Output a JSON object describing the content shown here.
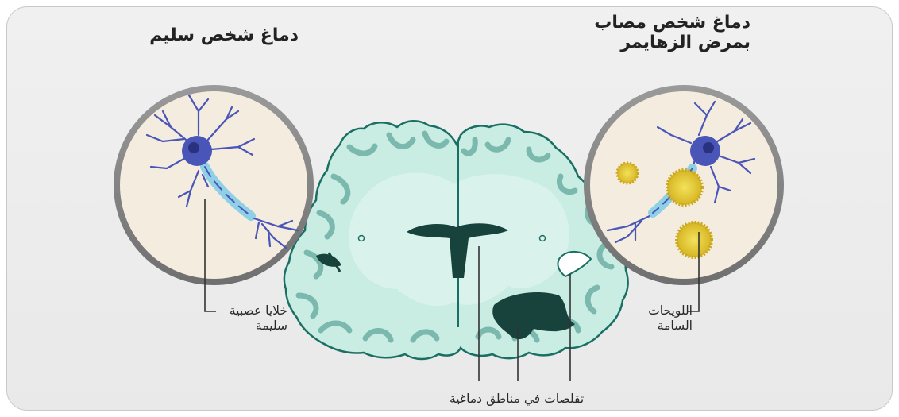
{
  "titles": {
    "healthy": "دماغ شخص سليم",
    "alzheimers_line1": "دماغ شخص مصاب",
    "alzheimers_line2": "بمرض الزهايمر"
  },
  "labels": {
    "healthy_cells_line1": "خلايا عصبية",
    "healthy_cells_line2": "سليمة",
    "plaques_line1": "اللويحات",
    "plaques_line2": "السامة",
    "shrinkage": "تقلصات في مناطق دماغية"
  },
  "colors": {
    "neuron": "#4a55b8",
    "axon": "#8fd0e6",
    "plaque": "#e3c93a",
    "brain_fill": "#c9ece3",
    "brain_outline": "#1a6f63",
    "ventricle": "#17433c",
    "circle_bg": "#f3ecdf"
  }
}
